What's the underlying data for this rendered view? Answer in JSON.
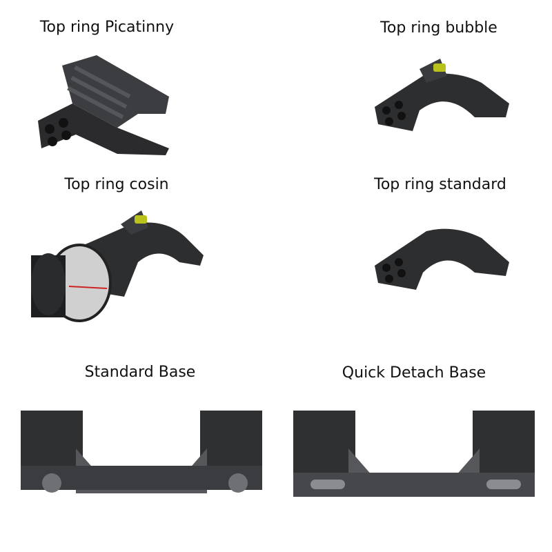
{
  "products": [
    {
      "label": "Top ring Picatinny"
    },
    {
      "label": "Top ring bubble"
    },
    {
      "label": "Top ring cosin"
    },
    {
      "label": "Top ring standard"
    },
    {
      "label": "Standard Base"
    },
    {
      "label": "Quick Detach Base"
    }
  ],
  "colors": {
    "metal_dark": "#2b2b2d",
    "metal_mid": "#4a4b4e",
    "metal_light": "#8a8c90",
    "bubble": "#b8c21a"
  }
}
